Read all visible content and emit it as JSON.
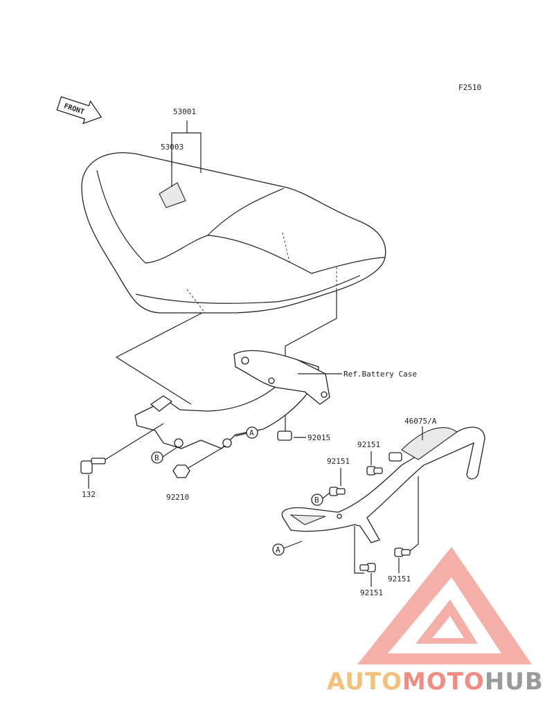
{
  "diagram_code": "F2510",
  "front_label": "FRONT",
  "callouts": {
    "seat": "53001",
    "seat_strap": "53003",
    "battery_ref": "Ref.Battery Case",
    "nut_92015": "92015",
    "grab_bar": "46075/A",
    "bolt_92151_a": "92151",
    "bolt_92151_b": "92151",
    "bolt_92151_c": "92151",
    "bolt_92151_d": "92151",
    "bolt_132": "132",
    "nut_92210": "92210"
  },
  "markers": {
    "a1": "A",
    "a2": "A",
    "b1": "B",
    "b2": "B"
  },
  "watermark": {
    "part1": "AUTO",
    "part2": "MOTO",
    "part3": "HUB",
    "color_auto": "#f5c07a",
    "color_moto": "#f08c84",
    "color_hub": "#9a9a9a",
    "logo_color": "#f3a39a"
  }
}
